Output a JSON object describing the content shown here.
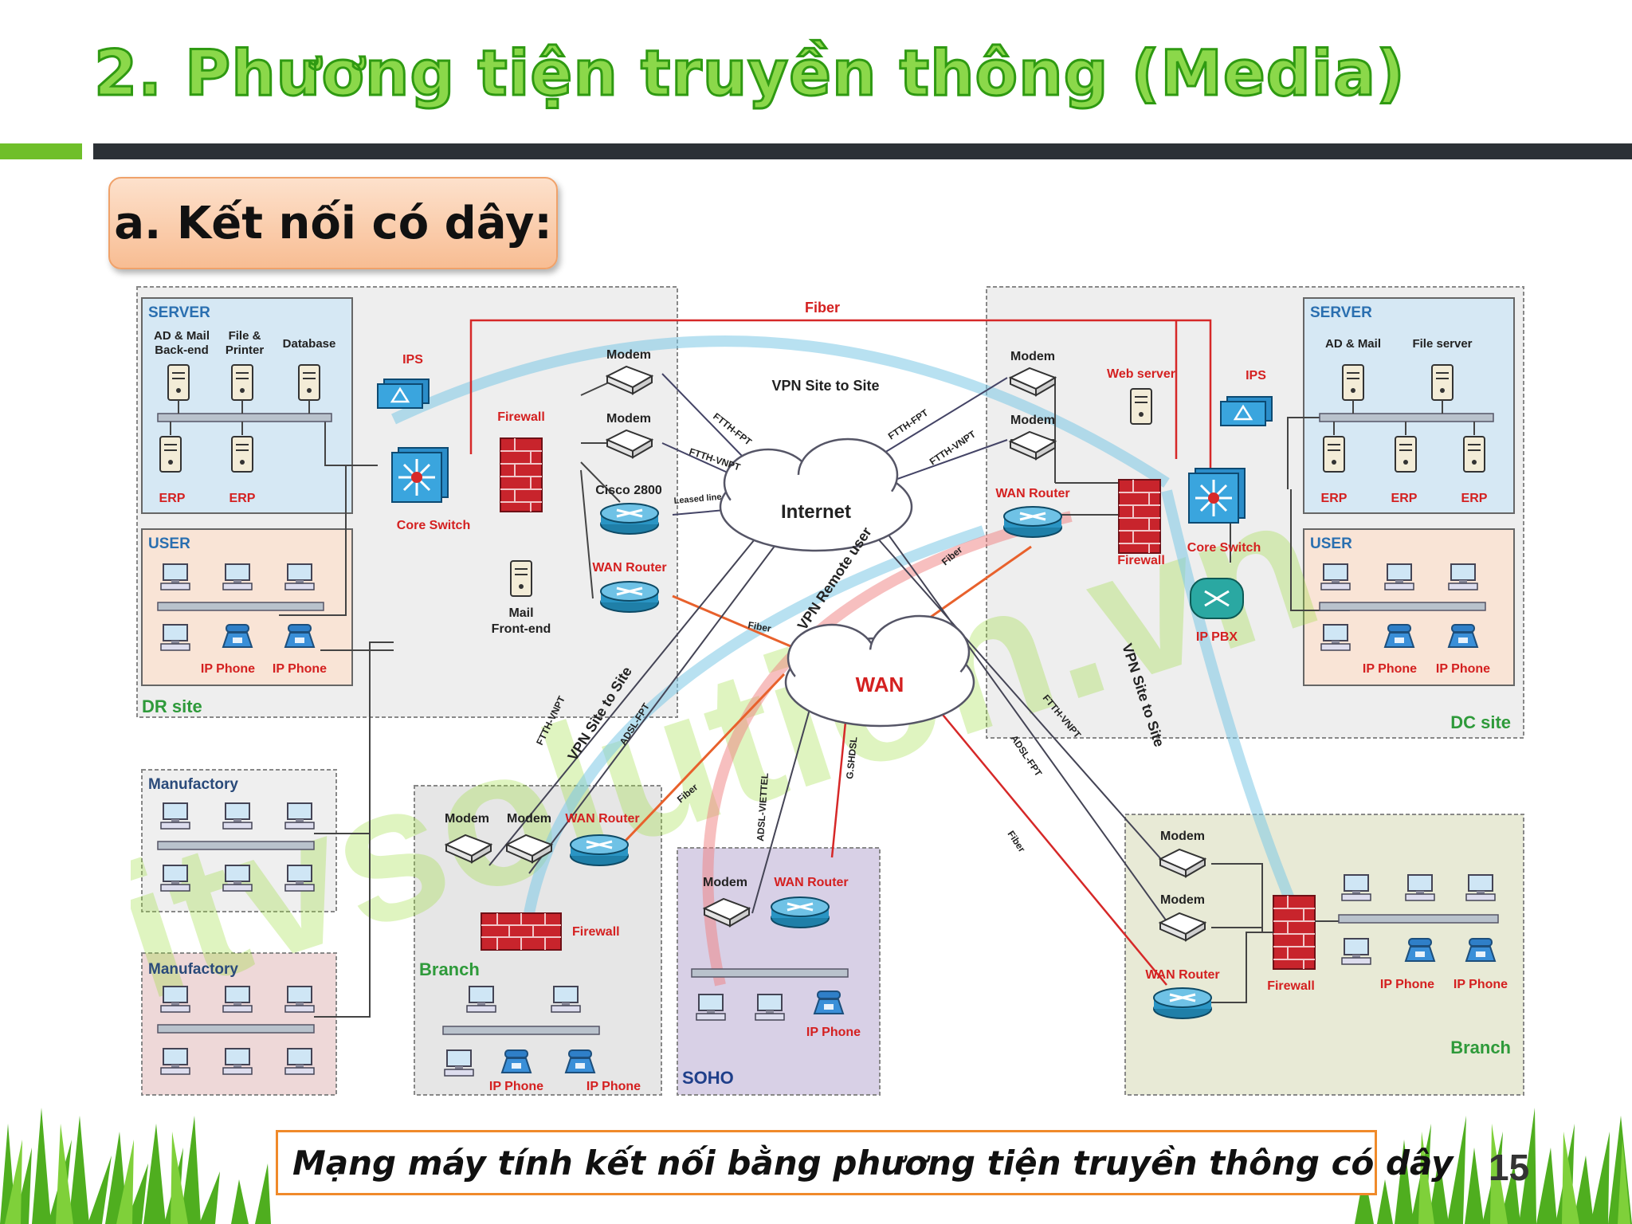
{
  "page": {
    "title": "2. Phương tiện truyền thông (Media)",
    "subtitle": "a. Kết nối có dây:",
    "caption": "Mạng máy tính kết nối bằng phương tiện truyền thông có dây",
    "page_number": "15",
    "watermark": "itvsolution.vn"
  },
  "colors": {
    "title_fill": "#8bd84a",
    "title_stroke": "#2f9a12",
    "accent_green": "#6fbf2a",
    "dark_bar": "#2c3136",
    "callout_orange": "#f08a2a",
    "red_label": "#d42020",
    "blue_label": "#2a6fb0",
    "green_label": "#2e9a3a"
  },
  "diagram": {
    "sites": {
      "dr_site": "DR site",
      "dc_site": "DC site",
      "branch_left": "Branch",
      "branch_right": "Branch",
      "soho": "SOHO"
    },
    "clouds": {
      "internet": "Internet",
      "wan": "WAN"
    },
    "groups": {
      "server_left": "SERVER",
      "user_left": "USER",
      "server_right": "SERVER",
      "user_right": "USER",
      "manufactory_1": "Manufactory",
      "manufactory_2": "Manufactory"
    },
    "servers_left": {
      "ad_mail_1": "AD & Mail",
      "ad_mail_2": "Back-end",
      "file_1": "File &",
      "file_2": "Printer",
      "database": "Database",
      "erp1": "ERP",
      "erp2": "ERP"
    },
    "servers_right": {
      "ad_mail": "AD & Mail",
      "file_server": "File server",
      "erp1": "ERP",
      "erp2": "ERP",
      "erp3": "ERP"
    },
    "user_phones": {
      "l1": "IP Phone",
      "l2": "IP Phone",
      "r1": "IP Phone",
      "r2": "IP Phone"
    },
    "dr_devices": {
      "ips": "IPS",
      "core_switch": "Core Switch",
      "firewall": "Firewall",
      "modem1": "Modem",
      "modem2": "Modem",
      "cisco": "Cisco 2800",
      "wan_router": "WAN Router",
      "mail_1": "Mail",
      "mail_2": "Front-end"
    },
    "dc_devices": {
      "modem1": "Modem",
      "modem2": "Modem",
      "web_server": "Web server",
      "ips": "IPS",
      "wan_router": "WAN Router",
      "firewall": "Firewall",
      "core_switch": "Core Switch",
      "ip_pbx": "IP PBX"
    },
    "branch_left_devices": {
      "modem1": "Modem",
      "modem2": "Modem",
      "wan_router": "WAN Router",
      "firewall": "Firewall",
      "phone1": "IP Phone",
      "phone2": "IP Phone"
    },
    "soho_devices": {
      "modem": "Modem",
      "wan_router": "WAN Router",
      "phone": "IP Phone"
    },
    "branch_right_devices": {
      "modem1": "Modem",
      "modem2": "Modem",
      "wan_router": "WAN Router",
      "firewall": "Firewall",
      "phone1": "IP Phone",
      "phone2": "IP Phone"
    },
    "links": {
      "fiber_top": "Fiber",
      "vpn_top": "VPN Site to Site",
      "ftth_fpt_l": "FTTH-FPT",
      "ftth_vnpt_l": "FTTH-VNPT",
      "leased": "Leased line",
      "ftth_fpt_r": "FTTH-FPT",
      "ftth_vnpt_r": "FTTH-VNPT",
      "fiber_dr_wan": "Fiber",
      "fiber_dc_wan": "Fiber",
      "vpn_remote": "VPN Remote user",
      "vpn_left": "VPN Site to Site",
      "vpn_right": "VPN Site to Site",
      "ftth_vnpt_bl": "FTTH-VNPT",
      "adsl_fpt_bl": "ADSL-FPT",
      "fiber_bl": "Fiber",
      "adsl_viettel": "ADSL-VIETTEL",
      "gshdsl": "G.SHDSL",
      "ftth_vnpt_br": "FTTH-VNPT",
      "adsl_fpt_br": "ADSL-FPT",
      "fiber_br": "Fiber"
    }
  }
}
